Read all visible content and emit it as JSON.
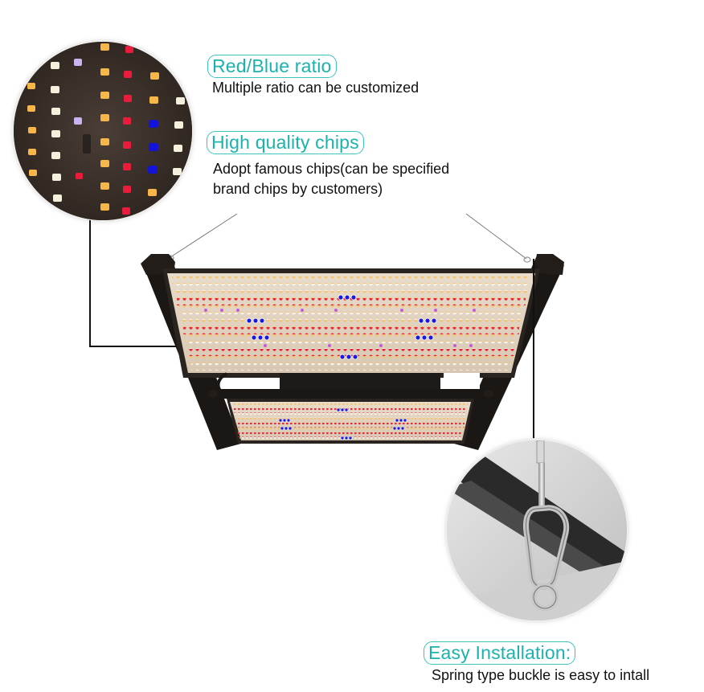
{
  "callouts": {
    "red_blue_ratio": {
      "title": "Red/Blue ratio",
      "description": "Multiple ratio can be customized"
    },
    "chips": {
      "title": "High quality chips",
      "description_line1": "Adopt famous chips(can be specified",
      "description_line2": "brand chips by customers)"
    },
    "installation": {
      "title": "Easy Installation:",
      "description": "Spring type buckle is easy to intall"
    }
  },
  "colors": {
    "accent_teal": "#1ab3ad",
    "led_warm": "#f5c67a",
    "led_white": "#f3f1e8",
    "led_red": "#e8283c",
    "led_blue": "#1a1adc",
    "led_uv": "#c45ad8",
    "frame": "#1b1714"
  },
  "images": {
    "led_closeup": "led-chip-closeup",
    "grow_light": "led-grow-light-panel",
    "hook_closeup": "spring-buckle-closeup"
  }
}
